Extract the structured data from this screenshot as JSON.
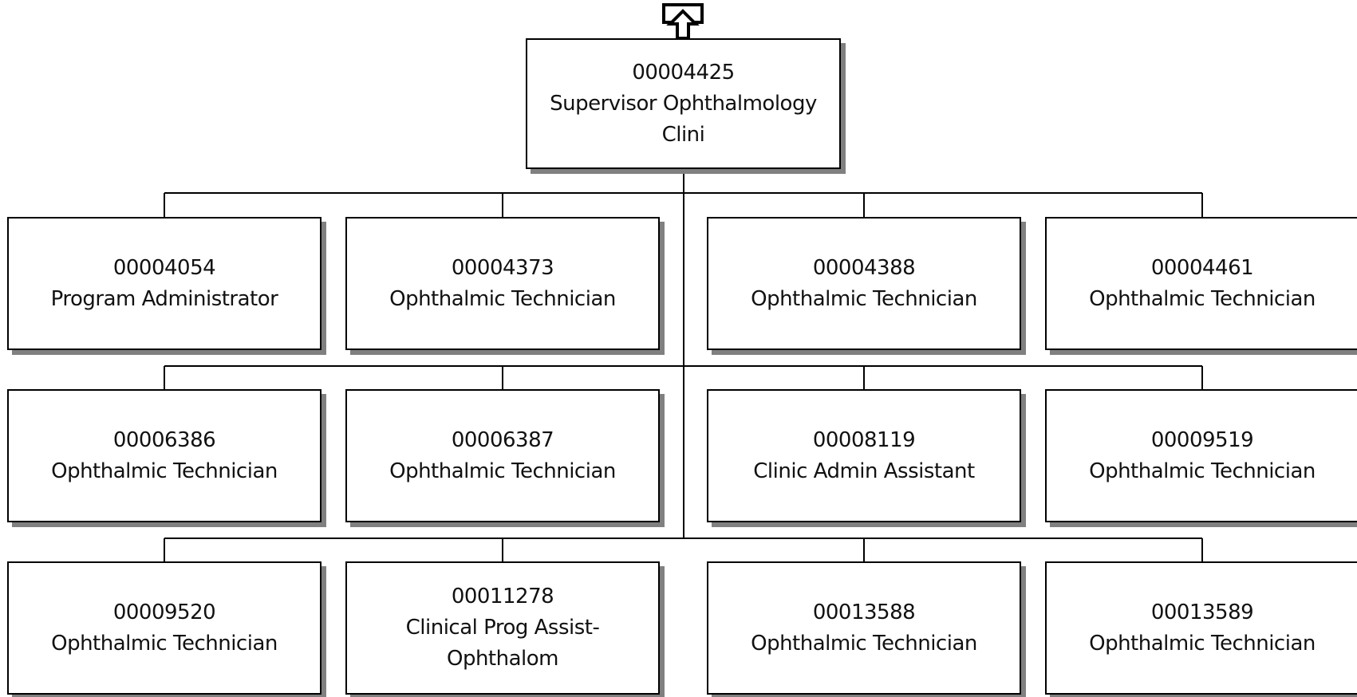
{
  "colors": {
    "line": "#000000",
    "box_fill": "#ffffff",
    "box_border": "#000000",
    "shadow": "#808080",
    "text": "#111111"
  },
  "navigation": {
    "up_icon": "up-arrow-icon"
  },
  "root": {
    "id": "00004425",
    "title": "Supervisor Ophthalmology\nClini"
  },
  "children": [
    {
      "id": "00004054",
      "title": "Program Administrator"
    },
    {
      "id": "00004373",
      "title": "Ophthalmic Technician"
    },
    {
      "id": "00004388",
      "title": "Ophthalmic Technician"
    },
    {
      "id": "00004461",
      "title": "Ophthalmic Technician"
    },
    {
      "id": "00006386",
      "title": "Ophthalmic Technician"
    },
    {
      "id": "00006387",
      "title": "Ophthalmic Technician"
    },
    {
      "id": "00008119",
      "title": "Clinic Admin Assistant"
    },
    {
      "id": "00009519",
      "title": "Ophthalmic Technician"
    },
    {
      "id": "00009520",
      "title": "Ophthalmic Technician"
    },
    {
      "id": "00011278",
      "title": "Clinical Prog Assist-\nOphthalom"
    },
    {
      "id": "00013588",
      "title": "Ophthalmic Technician"
    },
    {
      "id": "00013589",
      "title": "Ophthalmic Technician"
    }
  ]
}
